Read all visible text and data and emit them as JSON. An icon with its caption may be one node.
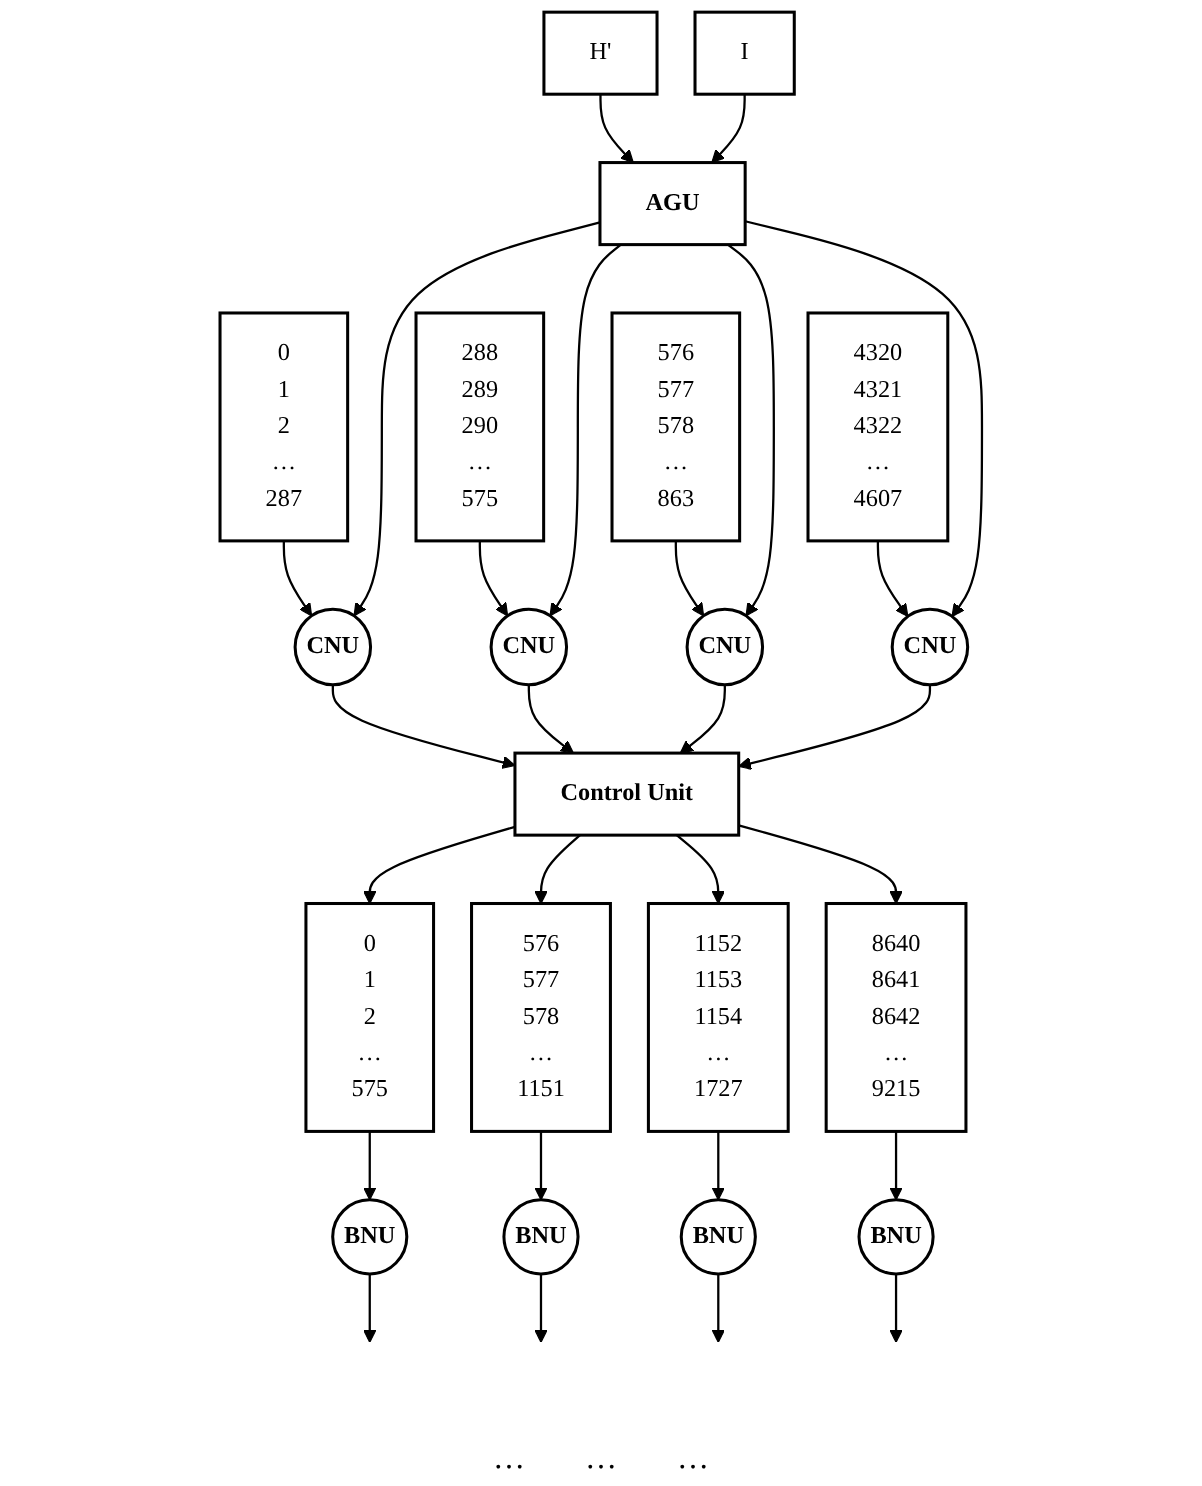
{
  "diagram": {
    "nodes": [
      {
        "text": [
          "0",
          "1",
          "2",
          "…",
          "287"
        ]
      },
      {
        "text": [
          "288",
          "289",
          "290",
          "…",
          "575"
        ]
      },
      {
        "text": [
          "576",
          "577",
          "578",
          "…",
          "863"
        ]
      },
      {
        "text": [
          "4320",
          "4321",
          "4322",
          "…",
          "4607"
        ]
      },
      {
        "text": [
          "H'"
        ]
      },
      {
        "text": [
          "I"
        ]
      },
      {
        "text": [
          "AGU"
        ]
      },
      {
        "text": [
          "CNU"
        ]
      },
      {
        "text": [
          "CNU"
        ]
      },
      {
        "text": [
          "CNU"
        ]
      },
      {
        "text": [
          "CNU"
        ]
      },
      {
        "text": [
          "Control Unit"
        ]
      },
      {
        "text": [
          "0",
          "1",
          "2",
          "…",
          "575"
        ]
      },
      {
        "text": [
          "576",
          "577",
          "578",
          "…",
          "1151"
        ]
      },
      {
        "text": [
          "1152",
          "1153",
          "1154",
          "…",
          "1727"
        ]
      },
      {
        "text": [
          "8640",
          "8641",
          "8642",
          "…",
          "9215"
        ]
      },
      {
        "text": [
          "BNU"
        ]
      },
      {
        "text": [
          "BNU"
        ]
      },
      {
        "text": [
          "BNU"
        ]
      },
      {
        "text": [
          "BNU"
        ]
      }
    ],
    "edges": [
      {
        "from": 4,
        "to": 6,
        "arrow": "to"
      },
      {
        "from": 5,
        "to": 6,
        "arrow": "to"
      },
      {
        "from": 0,
        "to": 7,
        "arrow": "to"
      },
      {
        "from": 1,
        "to": 8,
        "arrow": "to"
      },
      {
        "from": 2,
        "to": 9,
        "arrow": "to"
      },
      {
        "from": 3,
        "to": 10,
        "arrow": "to"
      },
      {
        "from": 6,
        "to": 7,
        "arrow": "to"
      },
      {
        "from": 6,
        "to": 8,
        "arrow": "to"
      },
      {
        "from": 6,
        "to": 9,
        "arrow": "to"
      },
      {
        "from": 6,
        "to": 10,
        "arrow": "to"
      },
      {
        "from": 7,
        "to": 11,
        "arrow": "to"
      },
      {
        "from": 8,
        "to": 11,
        "arrow": "to"
      },
      {
        "from": 9,
        "to": 11,
        "arrow": "to"
      },
      {
        "from": 10,
        "to": 11,
        "arrow": "to"
      },
      {
        "from": 11,
        "to": 12,
        "arrow": "to"
      },
      {
        "from": 11,
        "to": 13,
        "arrow": "to"
      },
      {
        "from": 11,
        "to": 14,
        "arrow": "to"
      },
      {
        "from": 11,
        "to": 15,
        "arrow": "to"
      },
      {
        "from": 12,
        "to": 16,
        "arrow": "to"
      },
      {
        "from": 13,
        "to": 17,
        "arrow": "to"
      },
      {
        "from": 14,
        "to": 18,
        "arrow": "to"
      },
      {
        "from": 15,
        "to": 19,
        "arrow": "to"
      },
      {
        "from": 16,
        "to": null,
        "arrow": "to"
      },
      {
        "from": 17,
        "to": null,
        "arrow": "to"
      },
      {
        "from": 18,
        "to": null,
        "arrow": "to"
      },
      {
        "from": 19,
        "to": null,
        "arrow": "to"
      }
    ],
    "labels": [
      "…",
      "…",
      "…"
    ]
  }
}
